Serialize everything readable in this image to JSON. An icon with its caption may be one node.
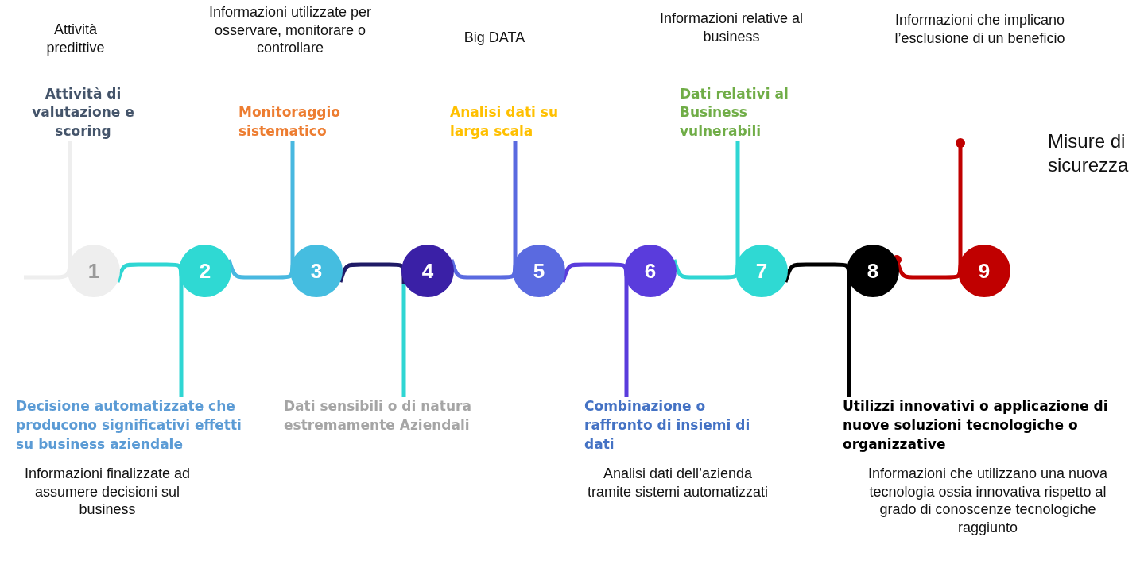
{
  "diagram": {
    "nodes": [
      {
        "text": [
          "1"
        ]
      },
      {
        "text": [
          "2"
        ]
      },
      {
        "text": [
          "3"
        ]
      },
      {
        "text": [
          "4"
        ]
      },
      {
        "text": [
          "5"
        ]
      },
      {
        "text": [
          "6"
        ]
      },
      {
        "text": [
          "7"
        ]
      },
      {
        "text": [
          "8"
        ]
      },
      {
        "text": [
          "9"
        ]
      },
      {
        "text": [
          "Attività predittive",
          "Attività di valutazione e scoring"
        ]
      },
      {
        "text": [
          "Decisione automatizzate che producono significativi effetti su business aziendale",
          "Informazioni finalizzate ad assumere decisioni sul business"
        ]
      },
      {
        "text": [
          "Informazioni utilizzate per osservare, monitorare o controllare",
          "Monitoraggio sistematico"
        ]
      },
      {
        "text": [
          "Dati sensibili o di natura estremamente Aziendali"
        ]
      },
      {
        "text": [
          "Big DATA",
          "Analisi dati su larga scala"
        ]
      },
      {
        "text": [
          "Combinazione o raffronto di insiemi di dati",
          "Analisi dati dell’azienda tramite sistemi automatizzati"
        ]
      },
      {
        "text": [
          "Informazioni relative al business",
          "Dati relativi al Business vulnerabili"
        ]
      },
      {
        "text": [
          "Utilizzi innovativi o applicazione di nuove soluzioni tecnologiche o organizzative",
          "Informazioni che utilizzano una nuova tecnologia ossia innovativa rispetto al grado di conoscenze tecnologiche raggiunto"
        ]
      }
    ],
    "edges": [
      {
        "from": null,
        "to": 0,
        "arrow": "none",
        "color": "#eeeeee"
      },
      {
        "from": 9,
        "to": 0,
        "arrow": "none",
        "color": "#eeeeee"
      },
      {
        "from": 0,
        "to": 1,
        "arrow": "none",
        "color": "#2fd6d3"
      },
      {
        "from": 10,
        "to": 1,
        "arrow": "none",
        "color": "#2fd6d3"
      },
      {
        "from": 1,
        "to": 2,
        "arrow": "none",
        "color": "#48b8e0"
      },
      {
        "from": 11,
        "to": 2,
        "arrow": "none",
        "color": "#48b8e0"
      },
      {
        "from": 2,
        "to": 3,
        "arrow": "none",
        "color": "#1f1a66"
      },
      {
        "from": 12,
        "to": 3,
        "arrow": "none",
        "color": "#2fd6d3"
      },
      {
        "from": 3,
        "to": 4,
        "arrow": "none",
        "color": "#5a6ae0"
      },
      {
        "from": 13,
        "to": 4,
        "arrow": "none",
        "color": "#5a6ae0"
      },
      {
        "from": 4,
        "to": 5,
        "arrow": "none",
        "color": "#5a3cdc"
      },
      {
        "from": 14,
        "to": 5,
        "arrow": "none",
        "color": "#5a3cdc"
      },
      {
        "from": 5,
        "to": 6,
        "arrow": "none",
        "color": "#2fd6d3"
      },
      {
        "from": 15,
        "to": 6,
        "arrow": "none",
        "color": "#2fd6d3"
      },
      {
        "from": 6,
        "to": 7,
        "arrow": "none",
        "color": "#000000"
      },
      {
        "from": 16,
        "to": 7,
        "arrow": "none",
        "color": "#000000"
      },
      {
        "from": 7,
        "to": 8,
        "arrow": "other",
        "color": "#c00000"
      },
      {
        "from": null,
        "to": 8,
        "arrow": "other",
        "color": "#c00000"
      }
    ],
    "labels": [
      "Informazioni che implicano l’esclusione di un beneficio",
      "Misure di sicurezza"
    ]
  }
}
